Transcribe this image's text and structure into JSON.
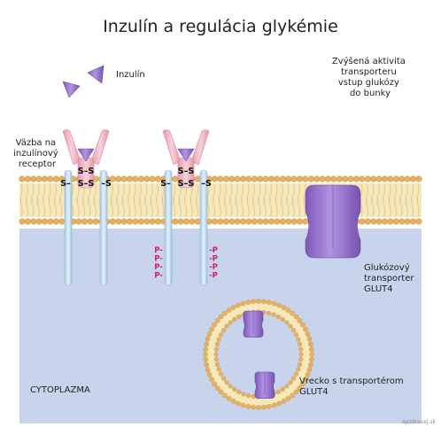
{
  "title": "Inzulín a regulácia glykémie",
  "labels": {
    "insulin": "Inzulín",
    "binding": [
      "Väzba na",
      "inzulínový",
      "receptor"
    ],
    "activity": [
      "Zvýšená aktivita",
      "transporteru",
      "vstup glukózy",
      "do bunky"
    ],
    "transporter": [
      "Glukózový",
      "transporter",
      "GLUT4"
    ],
    "vesicle": [
      "Vrecko s transportérom",
      "GLUT4"
    ],
    "cytoplasm": "CYTOPLAZMA"
  },
  "bonds": {
    "ss": "S–S",
    "s_left": "S–",
    "s_right": "–S",
    "p_left": "P-",
    "p_right": "-P"
  },
  "watermark": "apzdravej.sk",
  "colors": {
    "background": "#ffffff",
    "cytoplasm": "#c7d4ec",
    "lipid_head": "#e7b15e",
    "lipid_tail": "#f6e8bd",
    "receptor_alpha": "#f2b6c2",
    "receptor_beta": "#c6dff1",
    "insulin": "#a67fd6",
    "glut4": "#9b76cf",
    "phosphate": "#d0226a"
  }
}
